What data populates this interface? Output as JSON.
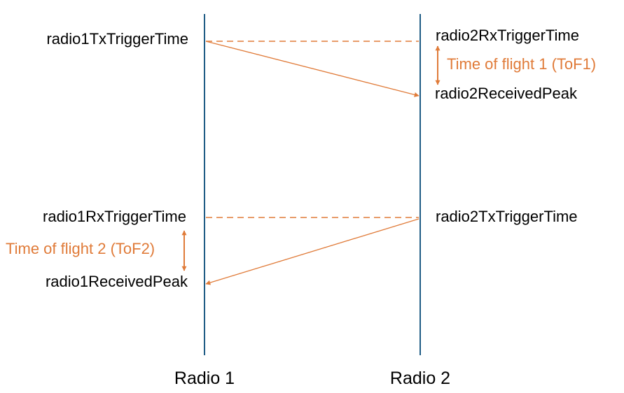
{
  "colors": {
    "timeline": "#1f5c85",
    "accent": "#e07b39",
    "text": "#000000"
  },
  "radio1": {
    "name": "Radio 1",
    "tx_trigger": "radio1TxTriggerTime",
    "rx_trigger": "radio1RxTriggerTime",
    "received_peak": "radio1ReceivedPeak"
  },
  "radio2": {
    "name": "Radio 2",
    "rx_trigger": "radio2RxTriggerTime",
    "received_peak": "radio2ReceivedPeak",
    "tx_trigger": "radio2TxTriggerTime"
  },
  "tof1": {
    "label": "Time of flight 1 (ToF1)"
  },
  "tof2": {
    "label": "Time of flight 2 (ToF2)"
  }
}
